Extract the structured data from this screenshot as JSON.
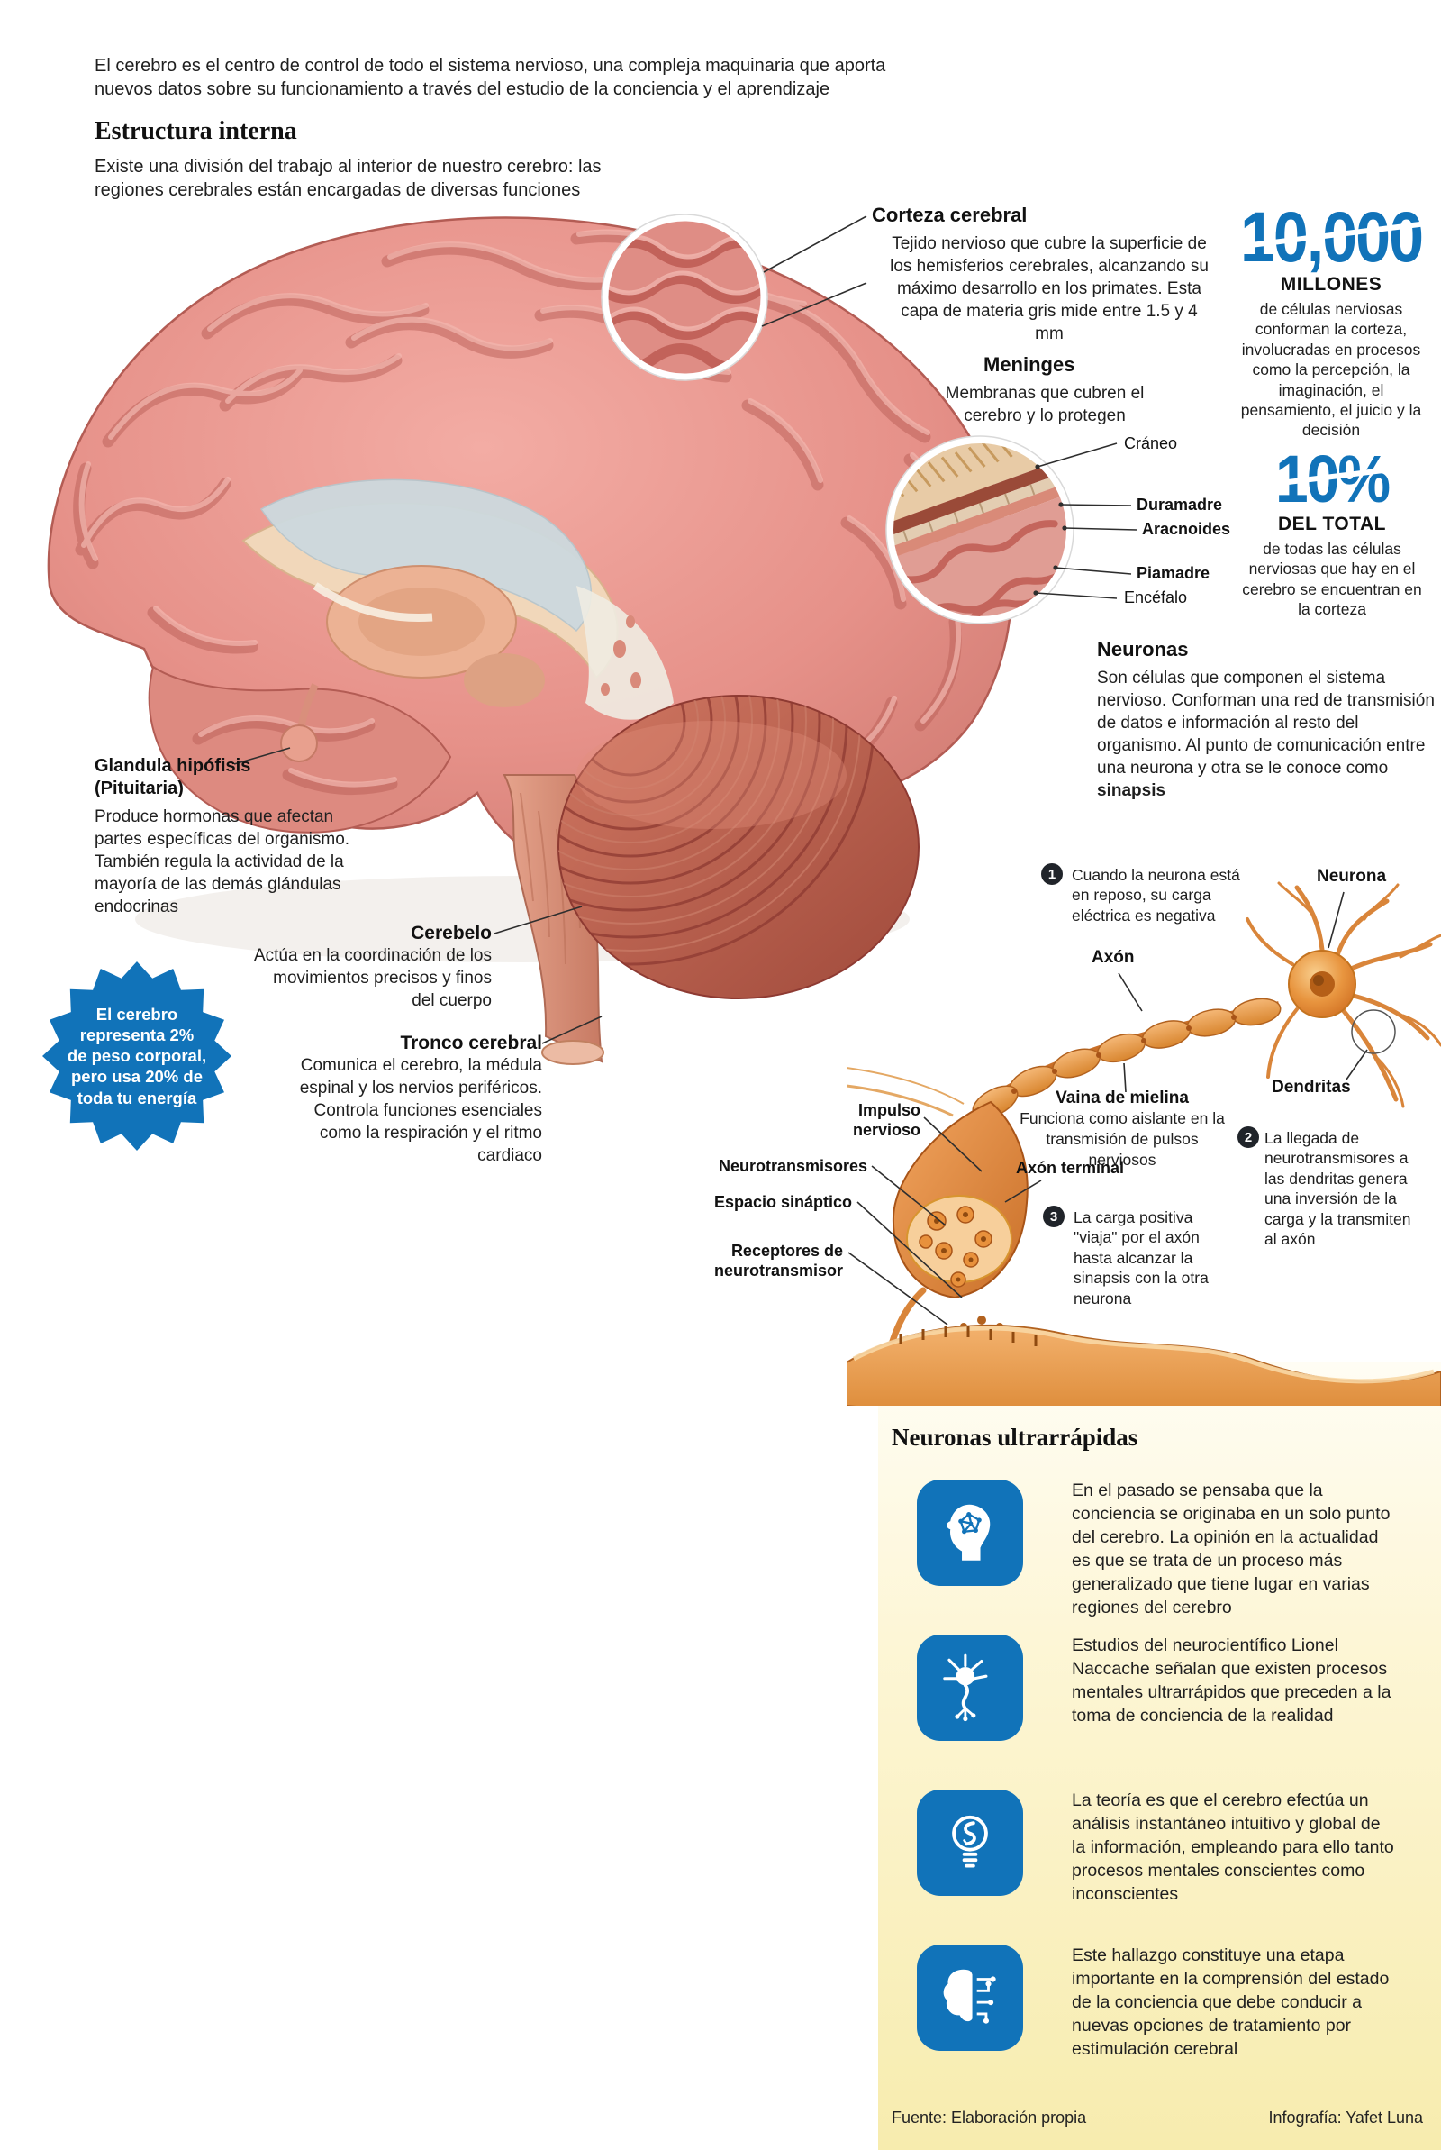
{
  "intro": "El cerebro es el centro de control de todo el sistema nervioso, una compleja maquinaria que aporta nuevos datos sobre su funcionamiento a través del estudio de la conciencia y el aprendizaje",
  "structure": {
    "title": "Estructura interna",
    "subtitle": "Existe una división del trabajo al interior de nuestro cerebro: las regiones cerebrales están encargadas de diversas funciones"
  },
  "cortex": {
    "title": "Corteza cerebral",
    "text": "Tejido nervioso que cubre la superficie de los hemisferios cerebrales, alcanzando su máximo desarrollo en los primates. Esta capa de materia gris mide entre 1.5 y 4 mm"
  },
  "meninges": {
    "title": "Meninges",
    "text": "Membranas que cubren el cerebro y lo protegen",
    "labels": [
      "Cráneo",
      "Duramadre",
      "Aracnoides",
      "Piamadre",
      "Encéfalo"
    ]
  },
  "stats": [
    {
      "number": "10,000",
      "unit": "MILLONES",
      "text": "de células nerviosas conforman la corteza, involucradas en procesos como la percepción, la imaginación, el pensamiento, el juicio y la decisión"
    },
    {
      "number": "10%",
      "unit": "DEL TOTAL",
      "text": "de todas las células nerviosas que hay en el cerebro se encuentran en la corteza"
    }
  ],
  "neurons": {
    "title": "Neuronas",
    "text_before": "Son células que componen el sistema nervioso. Conforman una red de transmisión de datos e información al resto del organismo. Al punto de comunicación entre una neurona y otra se le conoce como ",
    "bold_word": "sinapsis"
  },
  "pituitary": {
    "title": "Glandula hipófisis\n(Pituitaria)",
    "text": "Produce hormonas que afectan partes específicas del organismo. También regula la actividad de la mayoría de las demás glándulas endocrinas"
  },
  "energy_star": {
    "text": "El cerebro\nrepresenta 2%\nde peso corporal,\npero usa 20% de\ntoda tu energía"
  },
  "cerebellum": {
    "title": "Cerebelo",
    "text": "Actúa en la coordinación de los movimientos precisos y finos del cuerpo"
  },
  "brainstem": {
    "title": "Tronco cerebral",
    "text": "Comunica el cerebro, la médula espinal y los nervios periféricos. Controla funciones esenciales como la respiración y el ritmo cardiaco"
  },
  "neuron_diagram": {
    "steps": [
      {
        "num": "1",
        "text": "Cuando la neurona está en reposo, su carga eléctrica es negativa"
      },
      {
        "num": "2",
        "text": "La llegada de neurotransmisores a las dendritas genera una inversión de la carga y la transmiten al axón"
      },
      {
        "num": "3",
        "text": "La carga positiva \"viaja\" por el axón hasta alcanzar la sinapsis con la otra neurona"
      }
    ],
    "labels": {
      "neurona": "Neurona",
      "axon": "Axón",
      "vaina_title": "Vaina de mielina",
      "vaina_text": "Funciona como aislante en la transmisión de pulsos nerviosos",
      "dendritas": "Dendritas",
      "impulso": "Impulso\nnervioso",
      "neurotransmisores": "Neurotransmisores",
      "espacio": "Espacio sináptico",
      "axon_terminal": "Axón terminal",
      "receptores": "Receptores de\nneurotransmisor"
    }
  },
  "ultrafast": {
    "title": "Neuronas ultrarrápidas",
    "items": [
      {
        "icon": "head-network-icon",
        "text": "En el pasado se pensaba que la conciencia se originaba en un solo punto del cerebro. La opinión en la actualidad es que se trata de un proceso más generalizado que tiene lugar en varias regiones del cerebro"
      },
      {
        "icon": "neuron-icon",
        "text": "Estudios del neurocientífico Lionel Naccache señalan que existen procesos mentales ultrarrápidos que preceden a la toma de conciencia de la realidad"
      },
      {
        "icon": "lightbulb-icon",
        "text": "La teoría es que el cerebro efectúa un análisis instantáneo intuitivo y global de la información, empleando para ello tanto procesos mentales conscientes como inconscientes"
      },
      {
        "icon": "brain-circuit-icon",
        "text": "Este hallazgo constituye una etapa importante en la comprensión del estado de la conciencia que debe conducir a nuevas opciones de tratamiento por estimulación cerebral"
      }
    ]
  },
  "footer": {
    "source": "Fuente: Elaboración propia",
    "credit": "Infografía: Yafet Luna"
  },
  "colors": {
    "accent_blue": "#1173b9",
    "brain_pink": "#e2958e",
    "yellow_bg": "#f7ecae"
  }
}
